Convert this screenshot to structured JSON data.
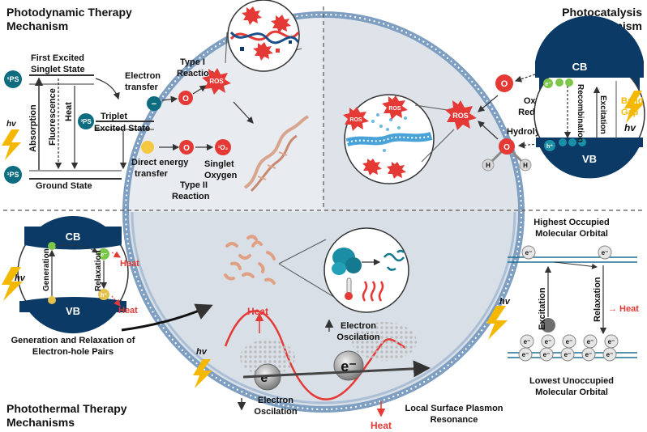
{
  "sections": {
    "pdt_title": [
      "Photodynamic Therapy",
      "Mechanism"
    ],
    "pc_title": [
      "Photocatalysis",
      "Mechanism"
    ],
    "ptt_title": [
      "Photothermal Therapy",
      "Mechanisms"
    ]
  },
  "pdt": {
    "ps": "¹PS",
    "ps3": "³PS",
    "first_excited": [
      "First Excited",
      "Singlet State"
    ],
    "triplet": [
      "Triplet",
      "Excited State"
    ],
    "ground_state": "Ground State",
    "absorption": "Absorption",
    "fluorescence": "Fluorescence",
    "heat": "Heat",
    "hv": "hv",
    "electron_transfer": [
      "Electron",
      "transfer"
    ],
    "type1": [
      "Type I",
      "Reaction"
    ],
    "type2": [
      "Type II",
      "Reaction"
    ],
    "direct_energy": [
      "Direct energy",
      "transfer"
    ],
    "singlet_oxygen": [
      "Singlet",
      "Oxygen"
    ],
    "o": "O",
    "o2": "¹O₂",
    "ros": "ROS",
    "minus": "−"
  },
  "pc": {
    "cb": "CB",
    "vb": "VB",
    "recombination": "Recombination",
    "excitation": "Excitation",
    "band_gap": [
      "Band",
      "Gap"
    ],
    "hv": "hv",
    "oxygen_reduction": [
      "Oxygen",
      "Reduction"
    ],
    "hydrolysis": "Hydrolysis",
    "ros": "ROS",
    "o": "O",
    "h": "H",
    "e": "e⁻",
    "hplus": "h⁺"
  },
  "ptt_left": {
    "cb": "CB",
    "vb": "VB",
    "generation": "Generation",
    "relaxation": "Relaxation",
    "heat": "Heat",
    "hv": "hv",
    "caption": [
      "Generation and Relaxation of",
      "Electron-hole Pairs"
    ],
    "e": "e⁻",
    "hplus": "h⁺"
  },
  "ptt_center": {
    "heat": "Heat",
    "electron_oscillation": [
      "Electron",
      "Oscilation"
    ],
    "lspr": [
      "Local Surface Plasmon",
      "Resonance"
    ],
    "e": "e⁻",
    "hv": "hv"
  },
  "ptt_right": {
    "homo": [
      "Highest Occupied",
      "Molecular Orbital"
    ],
    "lumo": [
      "Lowest Unoccupied",
      "Molecular Orbital"
    ],
    "excitation": "Excitation",
    "relaxation": "Relaxation",
    "heat": "→ Heat",
    "hv": "hv",
    "e": "e⁻"
  },
  "colors": {
    "navy": "#0b3a66",
    "teal": "#0d6c80",
    "green": "#7cc64a",
    "red": "#e53935",
    "yellow": "#f5b800",
    "membrane": "#7e9fc1"
  }
}
